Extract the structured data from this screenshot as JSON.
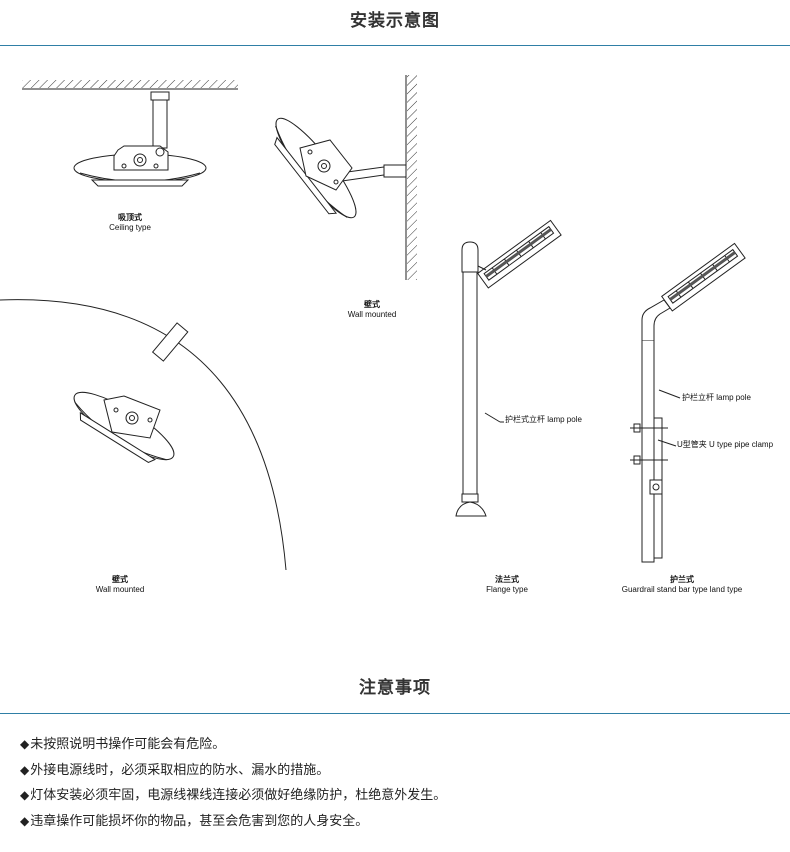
{
  "install": {
    "title": "安装示意图",
    "figures": [
      {
        "zh": "吸顶式",
        "en": "Ceiling type"
      },
      {
        "zh": "壁式",
        "en": "Wall mounted"
      },
      {
        "zh": "壁式",
        "en": "Wall mounted"
      },
      {
        "zh": "法兰式",
        "en": "Flange type"
      },
      {
        "zh": "护兰式",
        "en": "Guardrail stand bar type land type"
      }
    ],
    "callouts": {
      "flange_pole": "护栏式立杆 lamp pole",
      "guardrail_pole": "护栏立杆 lamp pole",
      "u_clamp": "U型管夹 U type pipe clamp"
    }
  },
  "notes": {
    "title": "注意事项",
    "bullet": "◆",
    "items": [
      "未按照说明书操作可能会有危险。",
      "外接电源线时，必须采取相应的防水、漏水的措施。",
      "灯体安装必须牢固，电源线裸线连接必须做好绝缘防护，杜绝意外发生。",
      "违章操作可能损坏你的物品，甚至会危害到您的人身安全。"
    ]
  }
}
